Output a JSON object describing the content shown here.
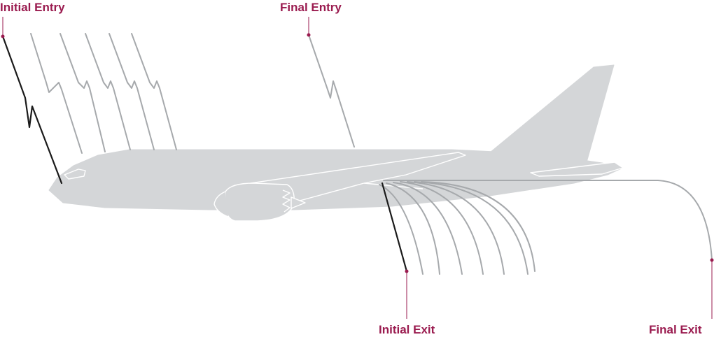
{
  "colors": {
    "label": "#9a1b4f",
    "plane_fill": "#d4d6d8",
    "plane_stroke": "#ffffff",
    "path_gray": "#a6a9ac",
    "path_dark": "#1a1a1a"
  },
  "labels": {
    "initial_entry": "Initial Entry",
    "final_entry": "Final Entry",
    "initial_exit": "Initial Exit",
    "final_exit": "Final Exit"
  }
}
